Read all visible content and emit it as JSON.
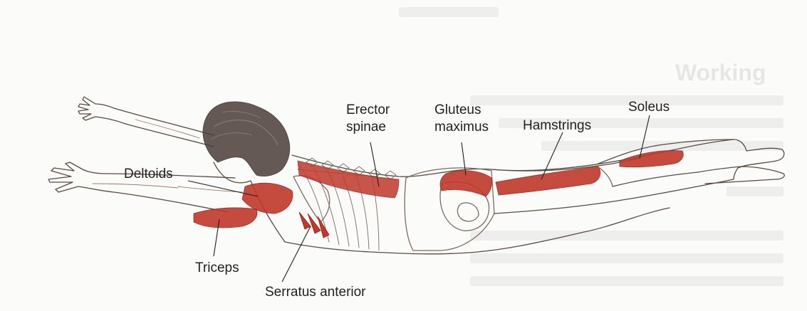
{
  "labels": {
    "erector_spinae_line1": "Erector",
    "erector_spinae_line2": "spinae",
    "gluteus_maximus_line1": "Gluteus",
    "gluteus_maximus_line2": "maximus",
    "hamstrings": "Hamstrings",
    "soleus": "Soleus",
    "deltoids": "Deltoids",
    "triceps": "Triceps",
    "serratus_anterior": "Serratus anterior"
  },
  "background_bleedthrough": {
    "heading": "Working"
  },
  "colors": {
    "muscle": "#c0392b",
    "muscle_dark": "#8e1f17",
    "outline": "#5a4a42",
    "hair": "#4a3d38",
    "leader_line": "#231f20"
  }
}
